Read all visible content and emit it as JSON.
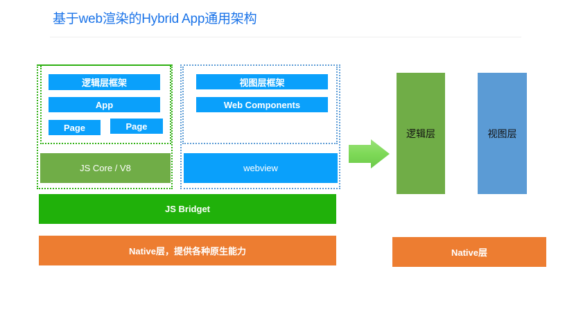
{
  "title": "基于web渲染的Hybrid App通用架构",
  "left_diagram": {
    "logic_container": {
      "framework_label": "逻辑层框架",
      "app_label": "App",
      "pages": [
        "Page",
        "Page"
      ],
      "engine_label": "JS Core / V8"
    },
    "view_container": {
      "framework_label": "视图层框架",
      "components_label": "Web Components",
      "webview_label": "webview"
    },
    "bridge_label": "JS Bridget",
    "native_label": "Native层，提供各种原生能力"
  },
  "arrow": {
    "icon": "right-arrow-icon",
    "color": "#7ed957"
  },
  "right_diagram": {
    "logic_layer_label": "逻辑层",
    "view_layer_label": "视图层",
    "native_label": "Native层"
  },
  "colors": {
    "title": "#1a73e8",
    "framework_blue": "#0aa0fb",
    "js_core_green": "#70ad47",
    "bridge_green": "#20b10a",
    "native_orange": "#ed7d31",
    "view_layer_blue": "#5b9bd5",
    "container_green_border": "#2fb012",
    "container_blue_border": "#5b9bd5"
  }
}
